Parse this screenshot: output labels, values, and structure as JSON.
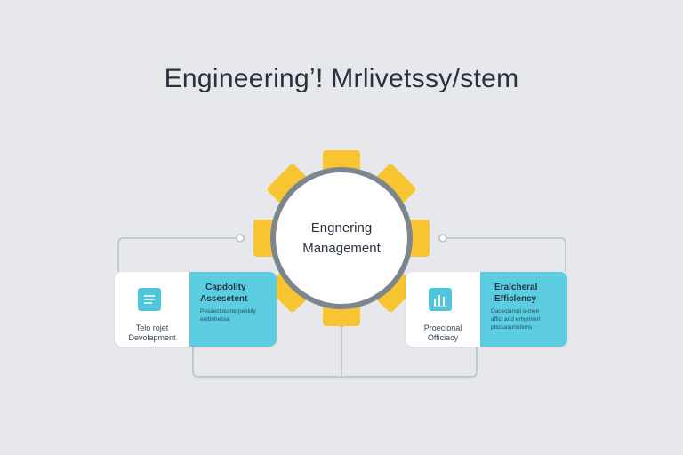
{
  "title": "Engineeringʼ! Mrlivetssy/stem",
  "center": {
    "line1": "Engnering",
    "line2": "Management"
  },
  "left_card": {
    "sub_line1": "Telo rojet",
    "sub_line2": "Devolapment",
    "heading_line1": "Capdolity",
    "heading_line2": "Assesetent",
    "desc_line1": "Pesaecliounterpeskily",
    "desc_line2": "eettinhessa"
  },
  "right_card": {
    "sub_line1": "Proecional",
    "sub_line2": "Officiacy",
    "heading_line1": "Eralcheral",
    "heading_line2": "Efficlency",
    "desc_line1": "Daceclarsol o-mee",
    "desc_line2": "afficl and erhgrinerl",
    "desc_line3": "plxccasunntions"
  },
  "colors": {
    "accent_yellow": "#f7c531",
    "accent_cyan": "#5ccde0",
    "ring_gray": "#7d858f",
    "line_gray": "#c3c8ce"
  }
}
